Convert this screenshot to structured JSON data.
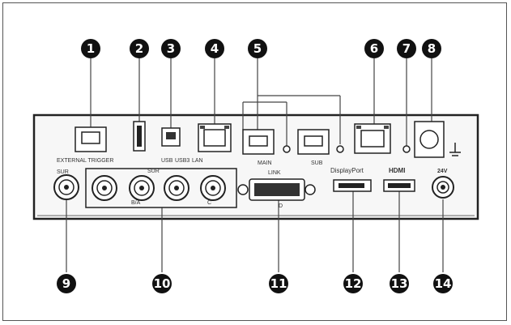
{
  "labels": {
    "external_trigger": "EXTERNAL TRIGGER",
    "usb": "USB",
    "usb3": "USB3",
    "lan": "LAN",
    "main": "MAIN",
    "sub": "SUB",
    "displayport": "DisplayPort",
    "hdmi": "HDMI",
    "v24": "24V",
    "ba": "B/A",
    "c": "C",
    "d": "D",
    "sur": "SUR",
    "link": "LINK"
  },
  "callouts": [
    {
      "id": "callout-1",
      "num": "1"
    },
    {
      "id": "callout-2",
      "num": "2"
    },
    {
      "id": "callout-3",
      "num": "3"
    },
    {
      "id": "callout-4",
      "num": "4"
    },
    {
      "id": "callout-5",
      "num": "5"
    },
    {
      "id": "callout-6",
      "num": "6"
    },
    {
      "id": "callout-7",
      "num": "7"
    },
    {
      "id": "callout-8",
      "num": "8"
    },
    {
      "id": "callout-9",
      "num": "9"
    },
    {
      "id": "callout-10",
      "num": "10"
    },
    {
      "id": "callout-11",
      "num": "11"
    },
    {
      "id": "callout-12",
      "num": "12"
    },
    {
      "id": "callout-13",
      "num": "13"
    },
    {
      "id": "callout-14",
      "num": "14"
    }
  ]
}
